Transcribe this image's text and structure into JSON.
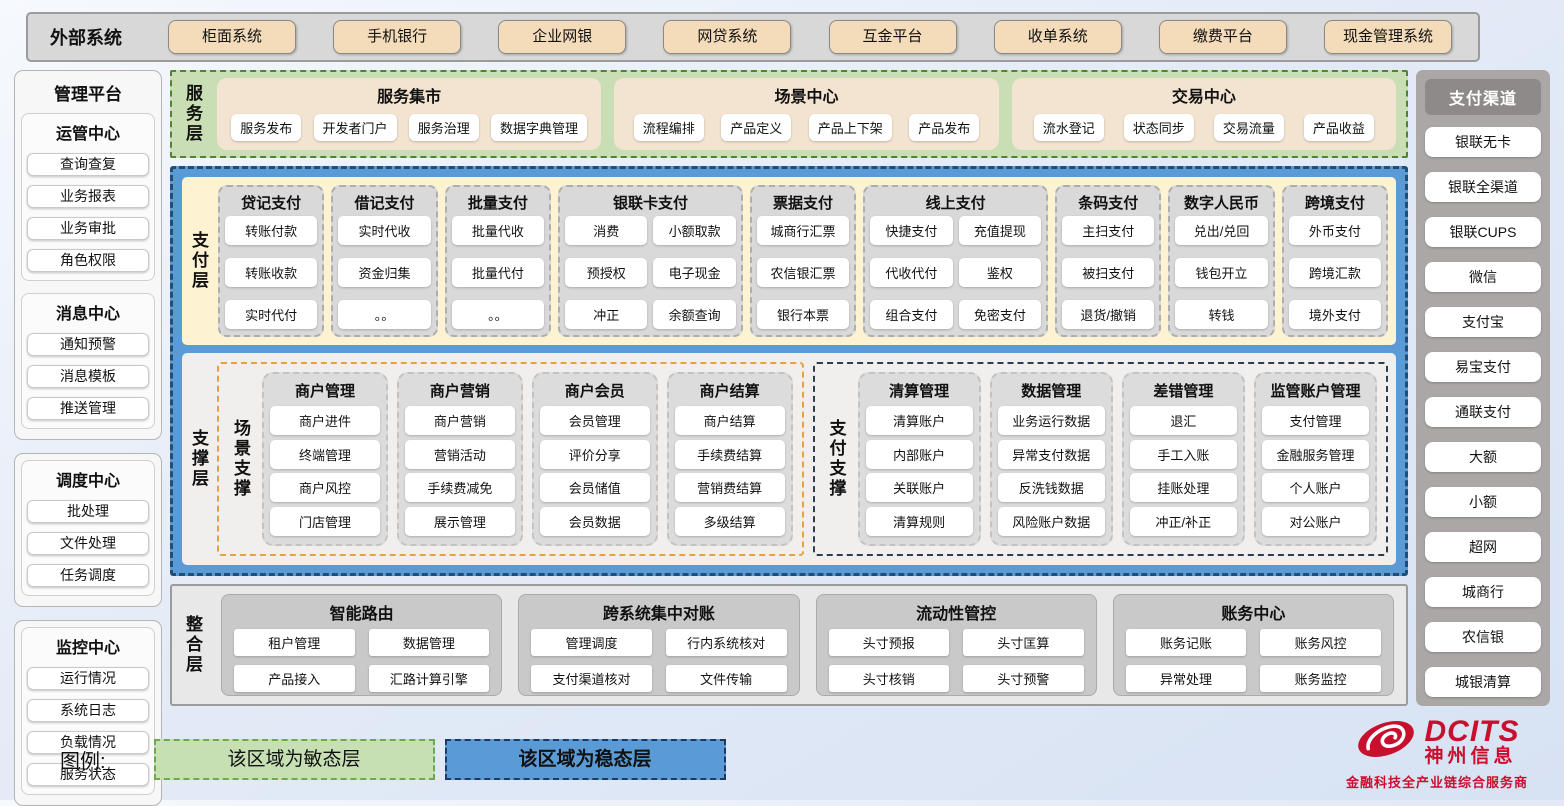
{
  "external_systems": {
    "label": "外部系统",
    "items": [
      "柜面系统",
      "手机银行",
      "企业网银",
      "网贷系统",
      "互金平台",
      "收单系统",
      "缴费平台",
      "现金管理系统"
    ]
  },
  "management_platform": {
    "title": "管理平台",
    "groups": [
      {
        "title": "运管中心",
        "items": [
          "查询查复",
          "业务报表",
          "业务审批",
          "角色权限"
        ]
      },
      {
        "title": "消息中心",
        "items": [
          "通知预警",
          "消息模板",
          "推送管理"
        ]
      },
      {
        "title": "调度中心",
        "items": [
          "批处理",
          "文件处理",
          "任务调度"
        ]
      },
      {
        "title": "监控中心",
        "items": [
          "运行情况",
          "系统日志",
          "负载情况",
          "服务状态"
        ]
      }
    ]
  },
  "service_layer": {
    "label": "服务层",
    "panels": [
      {
        "title": "服务集市",
        "items": [
          "服务发布",
          "开发者门户",
          "服务治理",
          "数据字典管理"
        ]
      },
      {
        "title": "场景中心",
        "items": [
          "流程编排",
          "产品定义",
          "产品上下架",
          "产品发布"
        ]
      },
      {
        "title": "交易中心",
        "items": [
          "流水登记",
          "状态同步",
          "交易流量",
          "产品收益"
        ]
      }
    ]
  },
  "payment_layer": {
    "label": "支付层",
    "columns": [
      {
        "title": "贷记支付",
        "cols": 1,
        "items": [
          "转账付款",
          "转账收款",
          "实时代付"
        ]
      },
      {
        "title": "借记支付",
        "cols": 1,
        "items": [
          "实时代收",
          "资金归集",
          "。。"
        ]
      },
      {
        "title": "批量支付",
        "cols": 1,
        "items": [
          "批量代收",
          "批量代付",
          "。。"
        ]
      },
      {
        "title": "银联卡支付",
        "cols": 2,
        "items": [
          "消费",
          "小额取款",
          "预授权",
          "电子现金",
          "冲正",
          "余额查询"
        ]
      },
      {
        "title": "票据支付",
        "cols": 1,
        "items": [
          "城商行汇票",
          "农信银汇票",
          "银行本票"
        ]
      },
      {
        "title": "线上支付",
        "cols": 2,
        "items": [
          "快捷支付",
          "充值提现",
          "代收代付",
          "鉴权",
          "组合支付",
          "免密支付"
        ]
      },
      {
        "title": "条码支付",
        "cols": 1,
        "items": [
          "主扫支付",
          "被扫支付",
          "退货/撤销"
        ]
      },
      {
        "title": "数字人民币",
        "cols": 1,
        "items": [
          "兑出/兑回",
          "钱包开立",
          "转钱"
        ]
      },
      {
        "title": "跨境支付",
        "cols": 1,
        "items": [
          "外币支付",
          "跨境汇款",
          "境外支付"
        ]
      }
    ]
  },
  "support_layer": {
    "label": "支撑层",
    "sections": [
      {
        "label": "场景支撑",
        "accent": "orange",
        "columns": [
          {
            "title": "商户管理",
            "items": [
              "商户进件",
              "终端管理",
              "商户风控",
              "门店管理"
            ]
          },
          {
            "title": "商户营销",
            "items": [
              "商户营销",
              "营销活动",
              "手续费减免",
              "展示管理"
            ]
          },
          {
            "title": "商户会员",
            "items": [
              "会员管理",
              "评价分享",
              "会员储值",
              "会员数据"
            ]
          },
          {
            "title": "商户结算",
            "items": [
              "商户结算",
              "手续费结算",
              "营销费结算",
              "多级结算"
            ]
          }
        ]
      },
      {
        "label": "支付支撑",
        "accent": "dark",
        "columns": [
          {
            "title": "清算管理",
            "items": [
              "清算账户",
              "内部账户",
              "关联账户",
              "清算规则"
            ]
          },
          {
            "title": "数据管理",
            "items": [
              "业务运行数据",
              "异常支付数据",
              "反洗钱数据",
              "风险账户数据"
            ]
          },
          {
            "title": "差错管理",
            "items": [
              "退汇",
              "手工入账",
              "挂账处理",
              "冲正/补正"
            ]
          },
          {
            "title": "监管账户管理",
            "items": [
              "支付管理",
              "金融服务管理",
              "个人账户",
              "对公账户"
            ]
          }
        ]
      }
    ]
  },
  "integration_layer": {
    "label": "整合层",
    "panels": [
      {
        "title": "智能路由",
        "items": [
          "租户管理",
          "数据管理",
          "产品接入",
          "汇路计算引擎"
        ]
      },
      {
        "title": "跨系统集中对账",
        "items": [
          "管理调度",
          "行内系统核对",
          "支付渠道核对",
          "文件传输"
        ]
      },
      {
        "title": "流动性管控",
        "items": [
          "头寸预报",
          "头寸匡算",
          "头寸核销",
          "头寸预警"
        ]
      },
      {
        "title": "账务中心",
        "items": [
          "账务记账",
          "账务风控",
          "异常处理",
          "账务监控"
        ]
      }
    ]
  },
  "payment_channels": {
    "title": "支付渠道",
    "items": [
      "银联无卡",
      "银联全渠道",
      "银联CUPS",
      "微信",
      "支付宝",
      "易宝支付",
      "通联支付",
      "大额",
      "小额",
      "超网",
      "城商行",
      "农信银",
      "城银清算"
    ]
  },
  "legend": {
    "label": "图例:",
    "agile": "该区域为敏态层",
    "stable": "该区域为稳态层"
  },
  "logo": {
    "name": "DCITS",
    "company": "神州信息",
    "tagline": "金融科技全产业链综合服务商"
  },
  "colors": {
    "agile_green_fill": "#c9deb4",
    "agile_green_border": "#538135",
    "stable_blue_fill": "#5b9bd5",
    "stable_blue_border": "#1f4e79",
    "payment_cream": "#fdf2d2",
    "tan_button": "#f4dcba",
    "column_gray": "#d9d9d9",
    "scene_support_accent": "#e8a13d",
    "payment_support_accent": "#2c3e50",
    "channel_rail_gray": "#aba7a7",
    "logo_red": "#c8102e"
  }
}
